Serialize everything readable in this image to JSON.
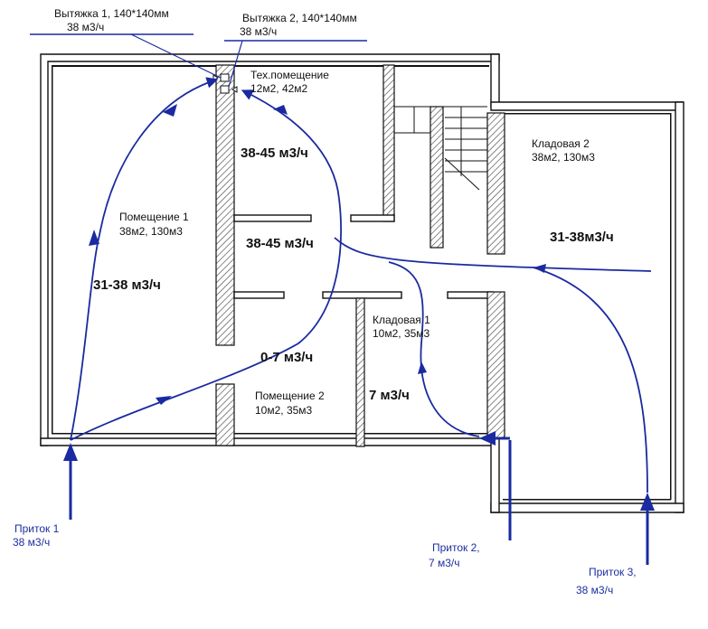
{
  "exhaust": [
    {
      "title": "Вытяжка 1, 140*140мм",
      "flow": "38 м3/ч"
    },
    {
      "title": "Вытяжка 2, 140*140мм",
      "flow": "38 м3/ч"
    }
  ],
  "supply": [
    {
      "title": "Приток 1",
      "flow": "38 м3/ч"
    },
    {
      "title": "Приток 2,",
      "flow": "7 м3/ч"
    },
    {
      "title": "Приток 3,",
      "flow": "38 м3/ч"
    }
  ],
  "rooms": {
    "tech": {
      "name": "Тех.помещение",
      "info": "12м2, 42м2"
    },
    "room1": {
      "name": "Помещение 1",
      "info": "38м2, 130м3"
    },
    "room2": {
      "name": "Помещение 2",
      "info": "10м2, 35м3"
    },
    "storage1": {
      "name": "Кладовая 1",
      "info": "10м2, 35м3"
    },
    "storage2": {
      "name": "Кладовая 2",
      "info": "38м2, 130м3"
    }
  },
  "flows": {
    "f1": "38-45 м3/ч",
    "f2": "38-45 м3/ч",
    "f3": "31-38 м3/ч",
    "f4": "0-7 м3/ч",
    "f5": "7 м3/ч",
    "f6": "31-38м3/ч"
  },
  "colors": {
    "airflow": "#1a2aa0",
    "walls": "#111111",
    "hatch": "#555555"
  }
}
